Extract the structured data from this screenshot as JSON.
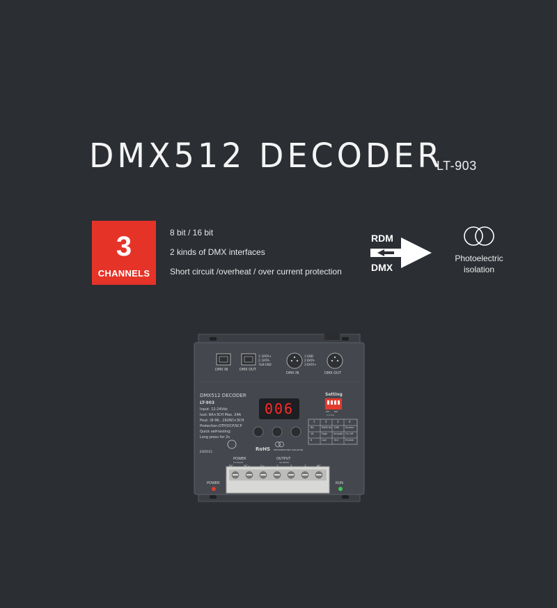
{
  "header": {
    "title": "DMX512 DECODER",
    "model": "LT-903"
  },
  "badge": {
    "number": "3",
    "label": "CHANNELS",
    "color": "#e63328"
  },
  "features": [
    "8 bit / 16 bit",
    "2 kinds of DMX interfaces",
    "Short circuit /overheat / over current protection"
  ],
  "rdm_dmx": {
    "top_label": "RDM",
    "bottom_label": "DMX"
  },
  "isolation": {
    "icon": "double-ring-icon",
    "line1": "Photoelectric",
    "line2": "isolation"
  },
  "device": {
    "ports": [
      "DMX IN",
      "DMX OUT",
      "DMX IN",
      "DMX OUT"
    ],
    "port_pins_rj": [
      "1: DATA+",
      "2: DATA-",
      "7&8:GND"
    ],
    "port_pins_xlr": [
      "1:GND",
      "2:DATA-",
      "3:DATA+"
    ],
    "brand_title": "DMX512 DECODER",
    "model": "LT-903",
    "specs": [
      "Input: 12-24Vdc",
      "Iout:  8A×3CH  Max. 24A",
      "Pout: (8-96...192W)×3CH",
      "Protection:OTP/OCP/SCP",
      "Quick self-testing:",
      "Long press for 2s"
    ],
    "display_value": "006",
    "setting_label": "Setting",
    "dip_labels": [
      "ON",
      "DIP"
    ],
    "dip_numbers": "1 2 3 4",
    "setting_table": {
      "header": [
        "1",
        "2",
        "3",
        "4"
      ],
      "row1": [
        "Bit",
        "PWM Hz",
        "DIM",
        "Screen"
      ],
      "row2": [
        "16",
        "High",
        "Smooth",
        "On Off"
      ],
      "row3": [
        "8",
        "Low",
        "Std",
        "Enable"
      ]
    },
    "cert": "RoHS",
    "cert_code": "E365553",
    "iso_label": "PHOTOELECTRIC ISOLATION",
    "power_group": "POWER",
    "power_range": "12-24Vdc",
    "output_group": "OUTPUT",
    "output_range": "12-24Vdc",
    "terminals": [
      "DC-",
      "DC+",
      "V+",
      "1",
      "2",
      "3",
      "NC"
    ],
    "power_led": "POWER",
    "run_led": "RUN",
    "power_led_color": "#e23b2e",
    "run_led_color": "#3ec94e"
  }
}
